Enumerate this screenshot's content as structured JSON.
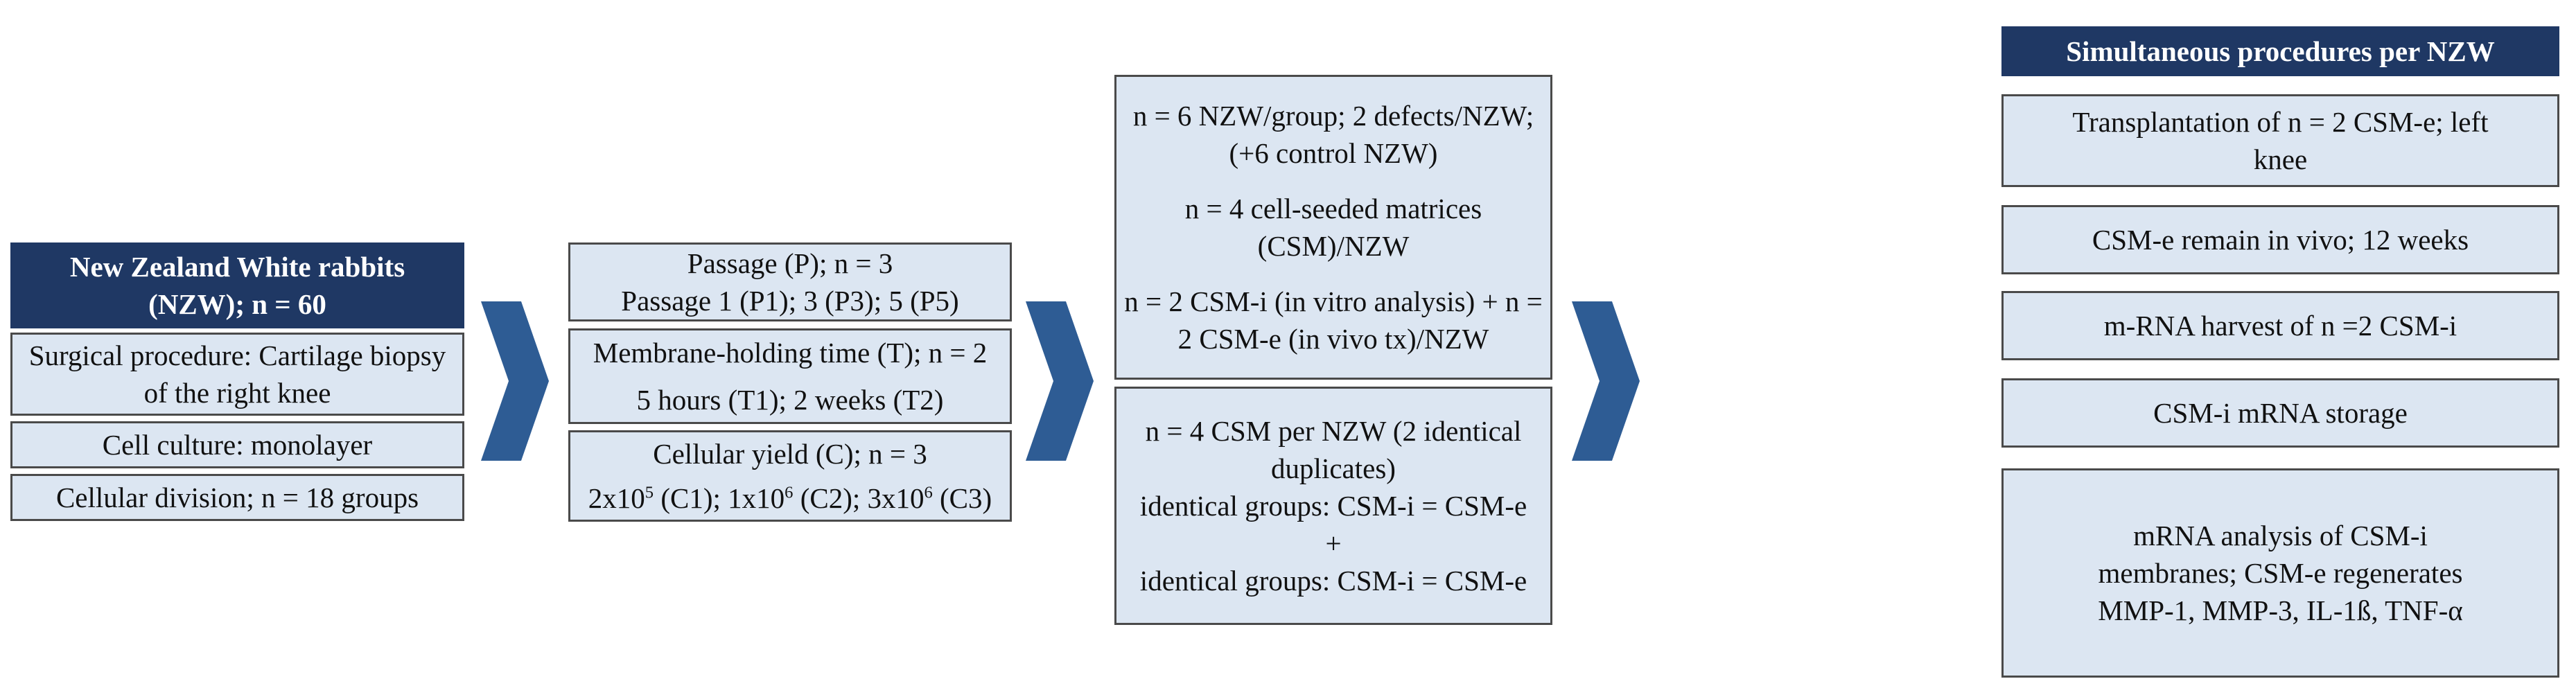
{
  "colors": {
    "box_fill": "#dce6f2",
    "header_fill": "#1f3864",
    "arrow": "#2e5c94",
    "border": "#4a4a4a"
  },
  "col1": {
    "header": [
      "New Zealand White rabbits",
      "(NZW); n = 60"
    ],
    "items": [
      [
        "Surgical procedure: Cartilage biopsy",
        "of the right knee"
      ],
      [
        "Cell culture: monolayer"
      ],
      [
        "Cellular division; n = 18 groups"
      ]
    ]
  },
  "col2": {
    "passage": [
      "Passage (P); n = 3",
      "Passage 1 (P1); 3 (P3); 5 (P5)"
    ],
    "membrane": [
      "Membrane-holding time (T); n = 2",
      "5 hours (T1); 2 weeks (T2)"
    ],
    "yield_title": "Cellular yield (C); n = 3",
    "yield_values": {
      "v1": "2x10",
      "e1": "5",
      "l1": " (C1); ",
      "v2": "1x10",
      "e2": "6",
      "l2": " (C2); ",
      "v3": "3x10",
      "e3": "6",
      "l3": " (C3)"
    }
  },
  "col3": {
    "top": [
      "n = 6 NZW/group; 2 defects/NZW;",
      "(+6 control NZW)",
      "n = 4 cell-seeded matrices",
      "(CSM)/NZW",
      "n = 2 CSM-i (in vitro analysis) + n =",
      "2 CSM-e (in vivo tx)/NZW"
    ],
    "bottom": [
      "n = 4 CSM per NZW (2 identical",
      "duplicates)",
      "identical groups: CSM-i = CSM-e",
      "+",
      "identical groups: CSM-i = CSM-e"
    ]
  },
  "col4": {
    "header": "Simultaneous procedures per NZW",
    "items": [
      [
        "Transplantation of n = 2 CSM-e; left",
        "knee"
      ],
      [
        "CSM-e remain in vivo; 12 weeks"
      ],
      [
        "m-RNA harvest of n =2 CSM-i"
      ],
      [
        "CSM-i mRNA storage"
      ],
      [
        "mRNA analysis of CSM-i",
        "membranes; CSM-e regenerates",
        "MMP-1, MMP-3, IL-1ß, TNF-α"
      ]
    ]
  }
}
